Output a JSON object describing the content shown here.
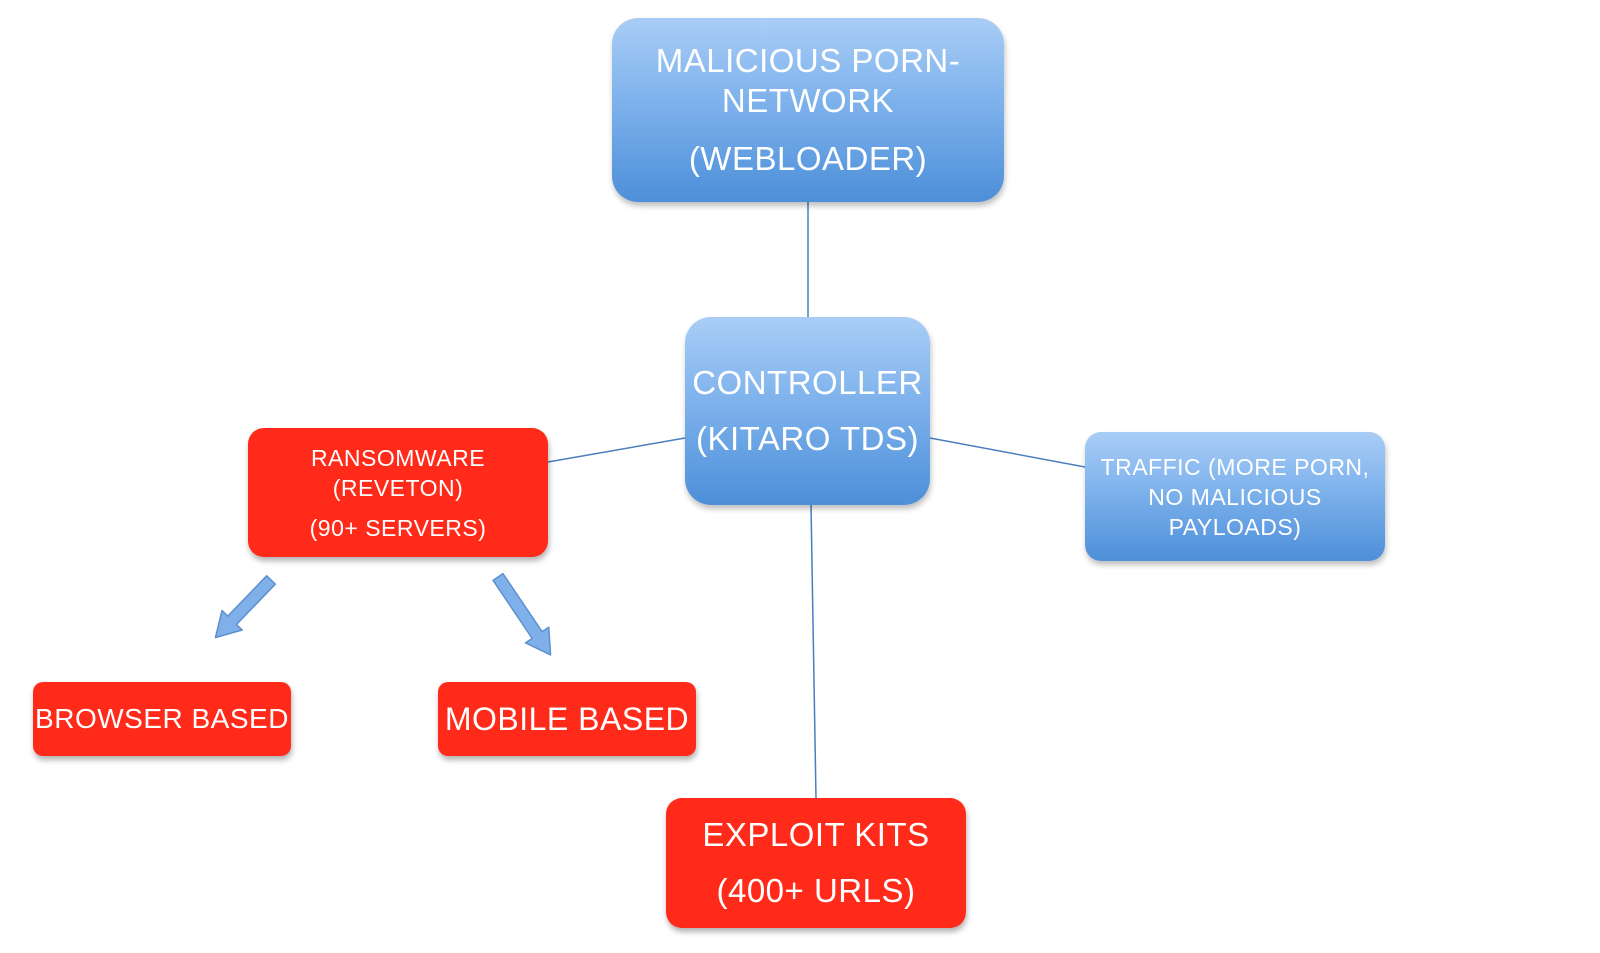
{
  "nodes": {
    "webloader": {
      "line1": "MALICIOUS PORN-",
      "line2": "NETWORK",
      "line3": "(WEBLOADER)",
      "color": "#6aa5e8"
    },
    "controller": {
      "line1": "CONTROLLER",
      "line2": "(KITARO TDS)",
      "color": "#6aa5e8"
    },
    "traffic": {
      "line1": "TRAFFIC (MORE PORN,",
      "line2": "NO MALICIOUS",
      "line3": "PAYLOADS)",
      "color": "#6aa5e8"
    },
    "ransomware": {
      "line1": "RANSOMWARE",
      "line2": "(REVETON)",
      "line3": "(90+ SERVERS)",
      "color": "#ff2a19"
    },
    "browser": {
      "label": "BROWSER BASED",
      "color": "#ff2a19"
    },
    "mobile": {
      "label": "MOBILE BASED",
      "color": "#ff2a19"
    },
    "exploit": {
      "line1": "EXPLOIT KITS",
      "line2": "(400+ URLS)",
      "color": "#ff2a19"
    }
  },
  "connectors": [
    {
      "from": "webloader",
      "to": "controller",
      "style": "line"
    },
    {
      "from": "controller",
      "to": "ransomware",
      "style": "line"
    },
    {
      "from": "controller",
      "to": "traffic",
      "style": "line"
    },
    {
      "from": "controller",
      "to": "exploit",
      "style": "line"
    },
    {
      "from": "ransomware",
      "to": "browser",
      "style": "arrow"
    },
    {
      "from": "ransomware",
      "to": "mobile",
      "style": "arrow"
    }
  ],
  "colors": {
    "connector_line": "#4a7fbf",
    "arrow_fill": "#7fb0ea",
    "arrow_stroke": "#5c90cf"
  }
}
